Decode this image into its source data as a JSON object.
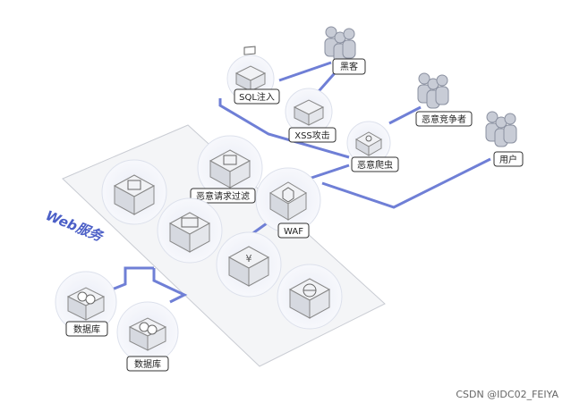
{
  "labels": {
    "hacker": "黑客",
    "sql": "SQL注入",
    "xss": "XSS攻击",
    "competitor": "恶意竞争者",
    "crawler": "恶意爬虫",
    "user": "用户",
    "filter": "恶意请求过滤",
    "waf": "WAF",
    "web": "Web服务",
    "db1": "数据库",
    "db2": "数据库"
  },
  "watermark": "CSDN @IDC02_FEIYA",
  "colors": {
    "flow": "#6f7fd6",
    "accent": "#4b5fc7"
  },
  "icons": [
    "people-icon",
    "sql-icon",
    "xss-icon",
    "bug-icon",
    "shield-icon",
    "server-icon",
    "globe-icon",
    "yen-icon",
    "database-icon"
  ]
}
